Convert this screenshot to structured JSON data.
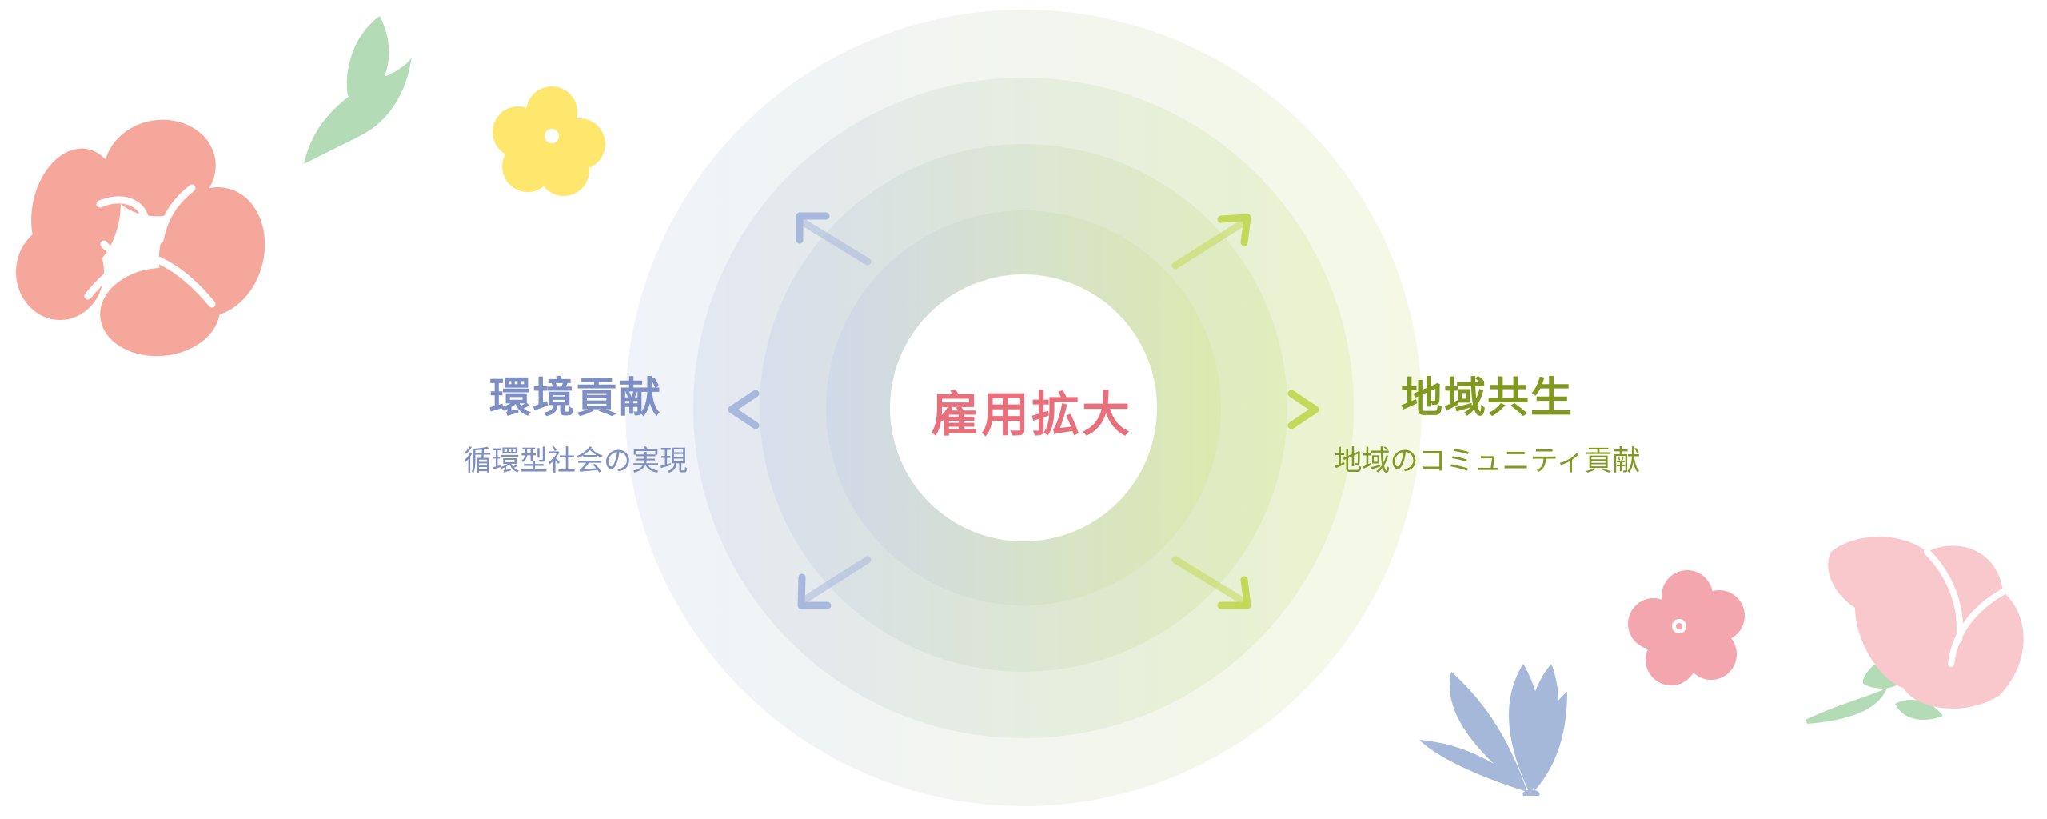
{
  "center": {
    "label": "雇用拡大",
    "color": "#e8707d"
  },
  "left": {
    "title": "環境貢献",
    "subtitle": "循環型社会の実現",
    "title_color": "#7d8fc4",
    "subtitle_color": "#7d8fc4"
  },
  "right": {
    "title": "地域共生",
    "subtitle": "地域のコミュニティ貢献",
    "title_color": "#7f9a1f",
    "subtitle_color": "#7f9a1f"
  },
  "colors": {
    "blue_tint": "#c9d3ea",
    "green_tint": "#d8e8a0",
    "arrow_blue": "#a8b8dc",
    "arrow_green": "#c3d95a",
    "flower_coral": "#f5a79b",
    "flower_yellow": "#ffe66d",
    "flower_pink": "#f4a6ae",
    "flower_light_pink": "#f8c8cc",
    "leaf_green": "#b3dbb6",
    "blue_flower": "#a5b8da"
  },
  "icons": [
    "coral-flower-icon",
    "leaf-icon",
    "yellow-flower-icon",
    "pink-flower-icon",
    "blue-lotus-icon",
    "pink-tulip-icon"
  ]
}
